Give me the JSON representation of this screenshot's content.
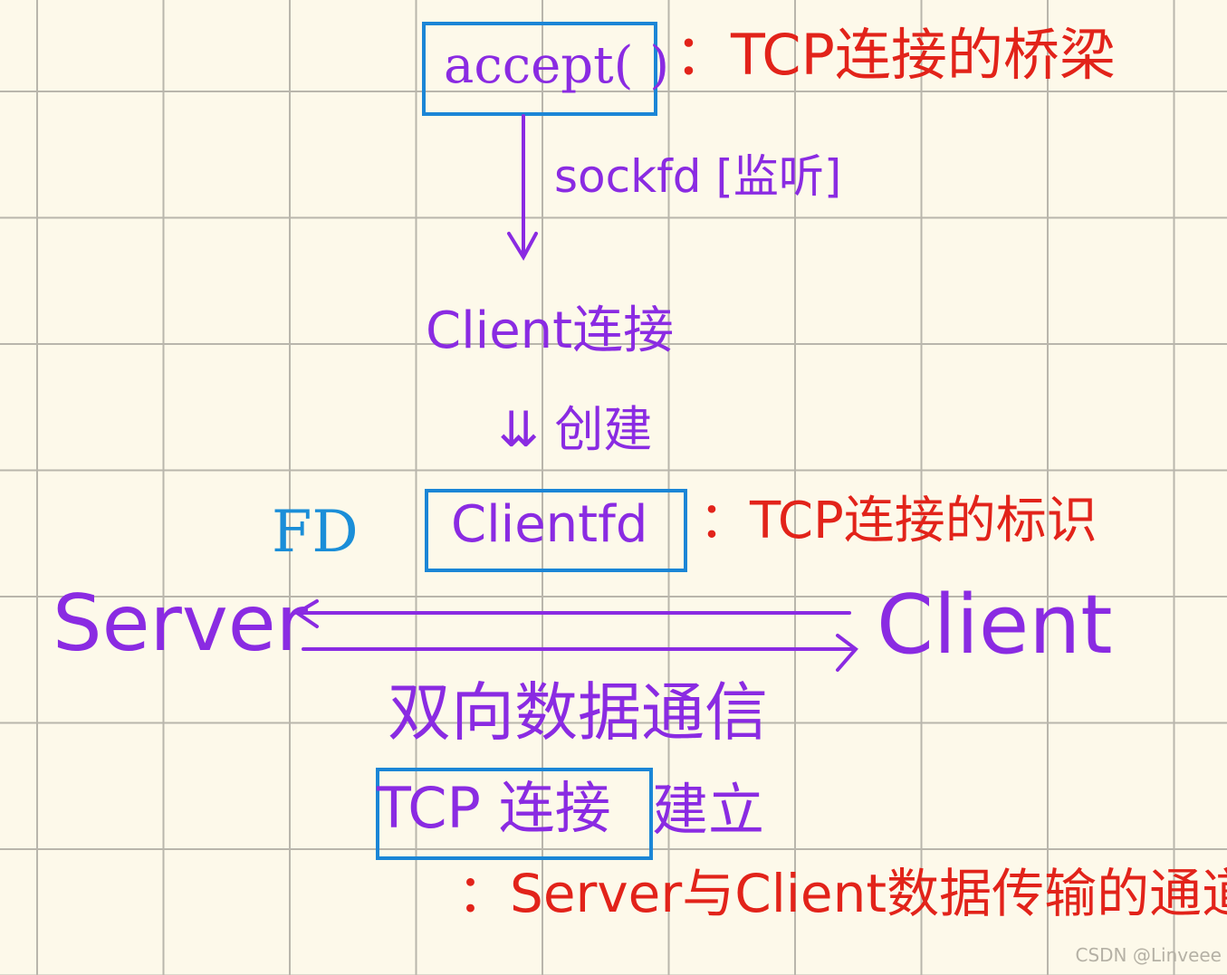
{
  "accept_box": {
    "label": "accept( )",
    "desc": "：TCP连接的桥梁"
  },
  "sockfd_label": "sockfd [监听]",
  "client_connect": "Client连接",
  "create_label": "⇊ 创建",
  "clientfd_box": {
    "label": "Clientfd",
    "desc": "：TCP连接的标识"
  },
  "fd_label": "FD",
  "server_label": "Server",
  "client_label": "Client",
  "bidirectional": "双向数据通信",
  "tcp_box": {
    "label": "TCP 连接",
    "suffix": "建立"
  },
  "channel_desc": "：Server与Client数据传输的通道",
  "watermark": "CSDN @Linveee",
  "colors": {
    "purple": "#8a2be2",
    "red": "#e2231a",
    "blue": "#1a8ed8"
  }
}
